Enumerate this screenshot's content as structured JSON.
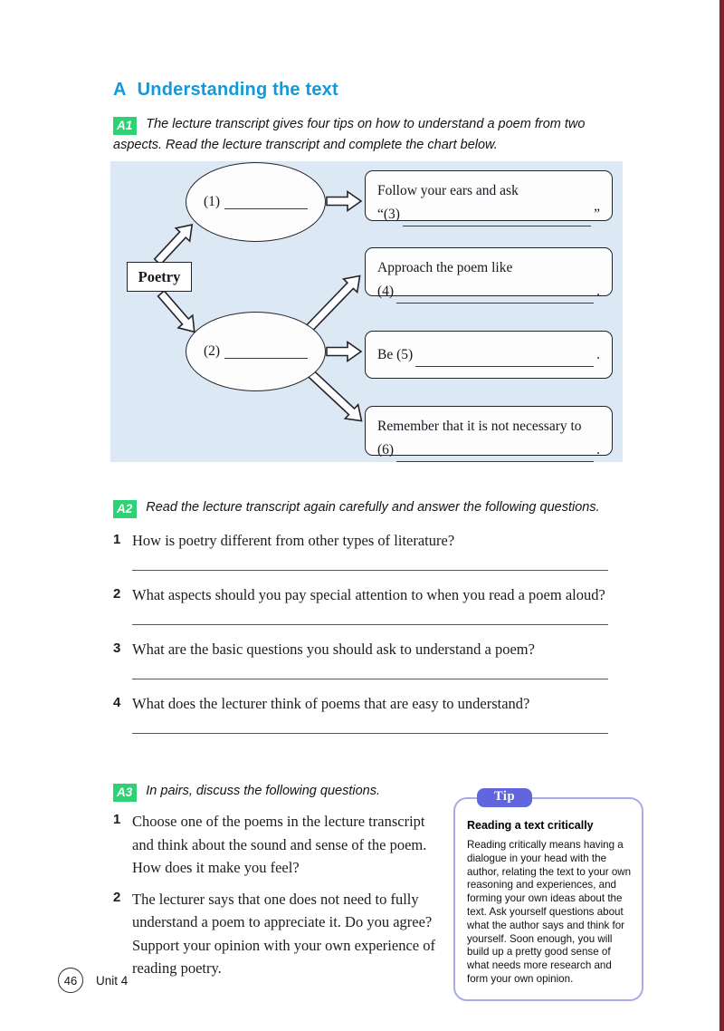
{
  "header": {
    "section_letter": "A",
    "section_title": "Understanding the text"
  },
  "a1": {
    "badge": "A1",
    "instruction": "The lecture transcript gives four tips on how to understand a poem from two aspects. Read the lecture transcript and complete the chart below."
  },
  "chart": {
    "root_label": "Poetry",
    "node1_prefix": "(1)",
    "node2_prefix": "(2)",
    "box1_line1": "Follow your ears and ask",
    "box1_quote_open": "“",
    "box1_prefix": "(3)",
    "box1_quote_close": "”",
    "box2_line1": "Approach the poem like",
    "box2_prefix": "(4)",
    "box2_period": ".",
    "box3_word": "Be",
    "box3_prefix": "(5)",
    "box3_period": ".",
    "box4_line1": "Remember that it is not necessary to",
    "box4_prefix": "(6)",
    "box4_period": "."
  },
  "a2": {
    "badge": "A2",
    "instruction": "Read the lecture transcript again carefully and answer the following questions.",
    "questions": [
      {
        "num": "1",
        "text": "How is poetry different from other types of literature?"
      },
      {
        "num": "2",
        "text": "What aspects should you pay special attention to when you read a poem aloud?"
      },
      {
        "num": "3",
        "text": "What are the basic questions you should ask to understand a poem?"
      },
      {
        "num": "4",
        "text": "What does the lecturer think of poems that are easy to understand?"
      }
    ]
  },
  "a3": {
    "badge": "A3",
    "instruction": "In pairs, discuss the following questions.",
    "questions": [
      {
        "num": "1",
        "text": "Choose one of the poems in the lecture transcript and think about the sound and sense of the poem. How does it make you feel?"
      },
      {
        "num": "2",
        "text": "The lecturer says that one does not need to fully understand a poem to appreciate it. Do you agree? Support your opinion with your own experience of reading poetry."
      }
    ]
  },
  "tip": {
    "badge": "Tip",
    "title": "Reading a text critically",
    "body": "Reading critically means having a dialogue in your head with the author, relating the text to your own reasoning and experiences, and forming your own ideas about the text. Ask yourself questions about what the author says and think for yourself. Soon enough, you will build up a pretty good sense of what needs more research and form your own opinion."
  },
  "footer": {
    "page_number": "46",
    "unit_label": "Unit 4"
  },
  "colors": {
    "heading_blue": "#1499d8",
    "badge_green": "#2ed173",
    "chart_background": "#dde8f5",
    "tip_purple": "#6165de",
    "tip_border": "#a9aae8",
    "edge_bar_maroon": "#7e2230"
  }
}
